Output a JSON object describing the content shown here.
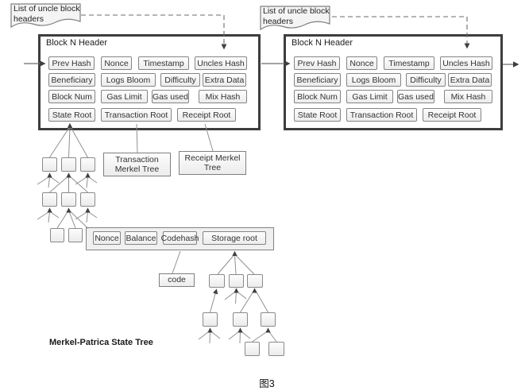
{
  "callouts": {
    "left": {
      "text": "List of uncle block headers"
    },
    "right": {
      "text": "List of uncle block headers"
    }
  },
  "blocks": [
    {
      "title": "Block N Header",
      "row1": [
        "Prev Hash",
        "Nonce",
        "Timestamp",
        "Uncles Hash"
      ],
      "row2": [
        "Beneficiary",
        "Logs Bloom",
        "Difficulty",
        "Extra Data"
      ],
      "row3": [
        "Block Num",
        "Gas Limit",
        "Gas used",
        "Mix Hash"
      ],
      "row4": [
        "State Root",
        "Transaction Root",
        "Receipt Root"
      ]
    },
    {
      "title": "Block N Header",
      "row1": [
        "Prev Hash",
        "Nonce",
        "Timestamp",
        "Uncles Hash"
      ],
      "row2": [
        "Beneficiary",
        "Logs Bloom",
        "Difficulty",
        "Extra Data"
      ],
      "row3": [
        "Block Num",
        "Gas Limit",
        "Gas used",
        "Mix Hash"
      ],
      "row4": [
        "State Root",
        "Transaction Root",
        "Receipt Root"
      ]
    }
  ],
  "labels": {
    "transaction_tree": "Transaction Merkel Tree",
    "receipt_tree": "Receipt Merkel Tree",
    "state_tree": "Merkel-Patrica State Tree",
    "code": "code"
  },
  "account": {
    "fields": [
      "Nonce",
      "Balance",
      "Codehash",
      "Storage root"
    ]
  },
  "caption": "图3",
  "colors": {
    "block_border": "#3d3d3d",
    "field_border": "#848484",
    "field_fill_top": "#fdfdfd",
    "field_fill_bottom": "#ececec",
    "line": "#909090",
    "connector": "#6b6b6b",
    "arrowhead": "#3f3f3f"
  }
}
